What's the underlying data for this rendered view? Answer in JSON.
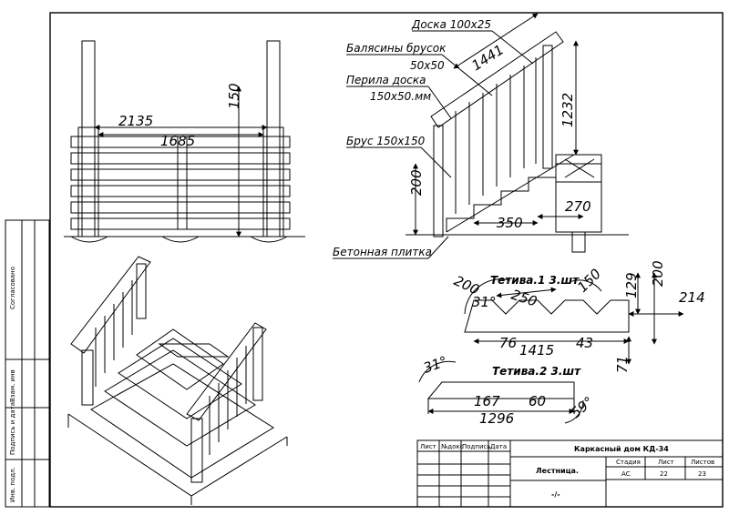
{
  "front_view": {
    "dim_total": "2135",
    "dim_inner": "1685",
    "dim_post": "150"
  },
  "side_view": {
    "labels": {
      "board": "Доска 100x25",
      "balusters_1": "Балясины брусок",
      "balusters_2": "50x50",
      "railing_1": "Перила доска",
      "railing_2": "150x50.мм",
      "beam": "Брус 150x150",
      "slab": "Бетонная плитка"
    },
    "dims": {
      "rail_len": "1441",
      "height": "1232",
      "base_h": "200",
      "tread": "270",
      "step": "350"
    }
  },
  "stringer1": {
    "title": "Тетива.1 3.шт",
    "dims": {
      "a": "200",
      "b": "31°",
      "c": "250",
      "d": "150",
      "e": "129",
      "f": "200",
      "g": "214",
      "h": "76",
      "total": "1415",
      "i": "43",
      "j": "71"
    }
  },
  "stringer2": {
    "title": "Тетива.2 3.шт",
    "dims": {
      "a": "31°",
      "b": "167",
      "c": "60",
      "total": "1296",
      "d": "59°"
    }
  },
  "side_stamp": {
    "cells": [
      "Согласовано",
      "Взам. инв",
      "Подпись и дата",
      "Инв. подл."
    ]
  },
  "title_block": {
    "headers": [
      "Лист",
      "№докс",
      "Подпись",
      "Дата"
    ],
    "project": "Каркасный дом КД-34",
    "sheet_name": "Лестница.",
    "stage_label": "Стадия",
    "stage": "АС",
    "sheet_label": "Лист",
    "sheet_no": "22",
    "sheets_label": "Листов",
    "sheets_total": "23",
    "dash": "-/-"
  }
}
